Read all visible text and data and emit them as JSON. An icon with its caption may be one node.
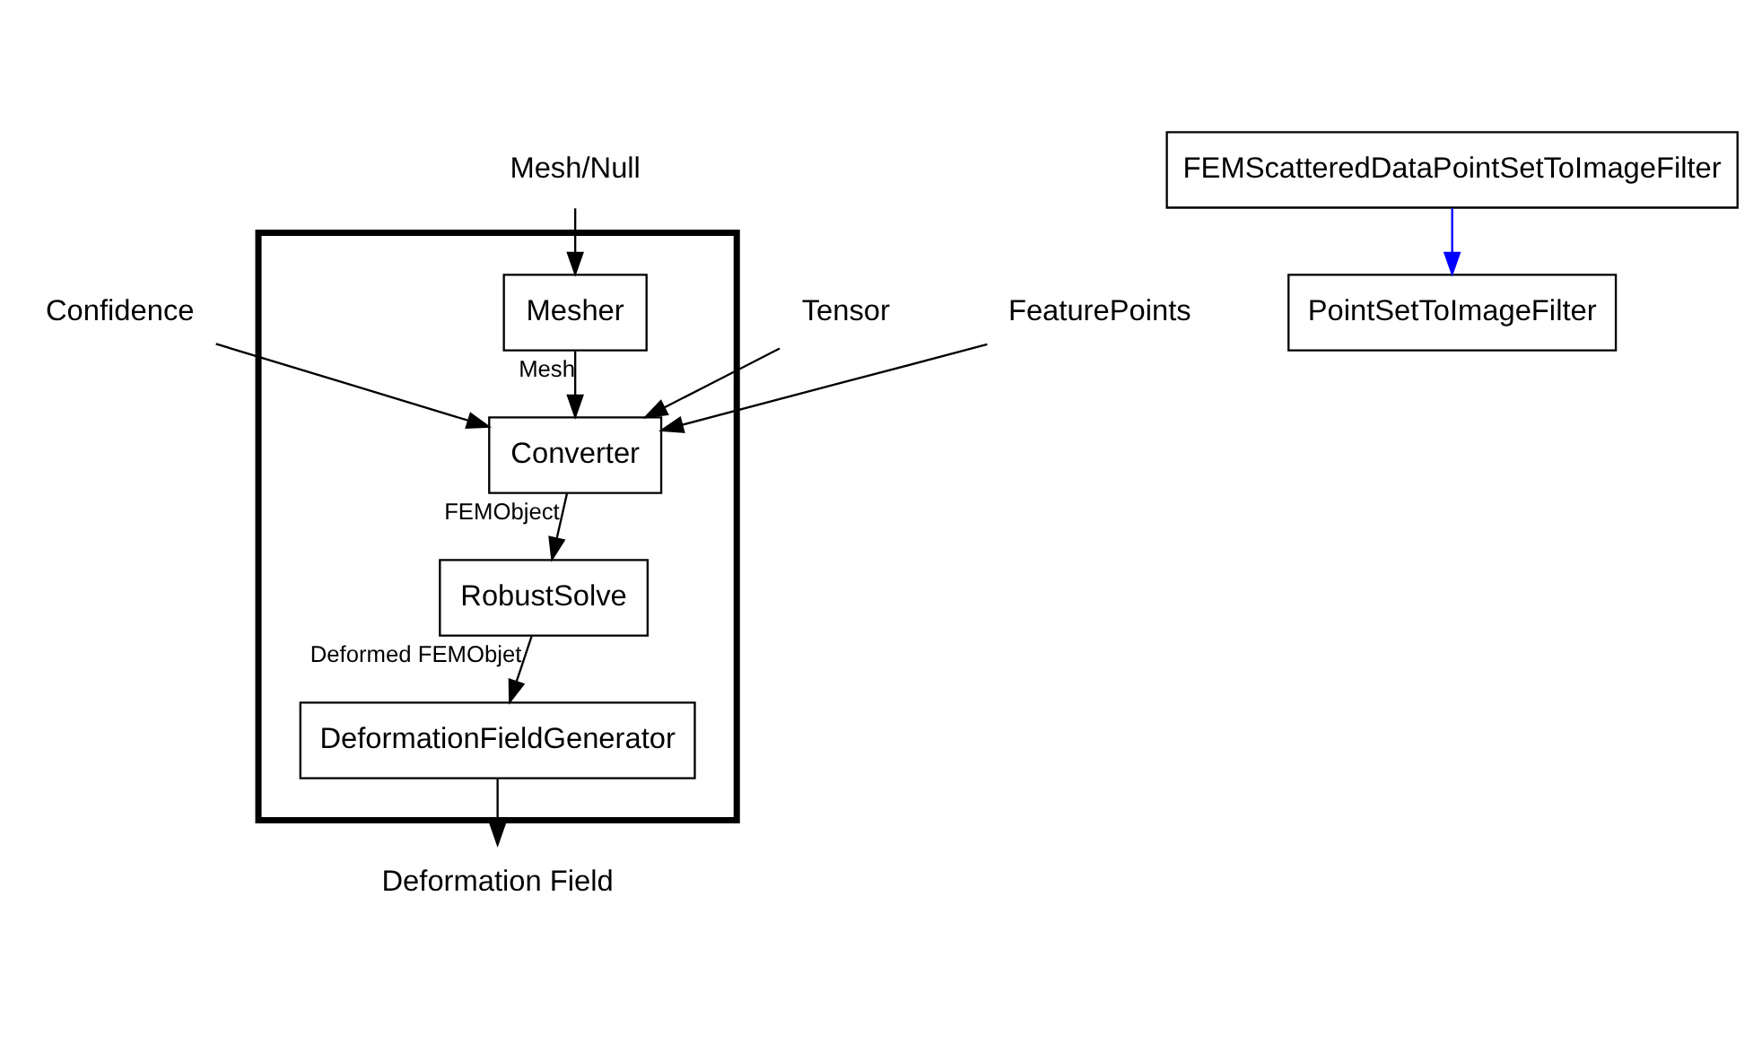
{
  "diagram": {
    "nodes": [
      {
        "text": [],
        "shape": "box"
      },
      {
        "text": [
          "Mesh/Null"
        ]
      },
      {
        "text": [
          "Mesher"
        ],
        "in": 0
      },
      {
        "text": [
          "Converter"
        ],
        "in": 0
      },
      {
        "text": [
          "RobustSolve"
        ],
        "in": 0
      },
      {
        "text": [
          "DeformationFieldGenerator"
        ],
        "in": 0
      },
      {
        "text": [
          "Deformation Field"
        ]
      },
      {
        "text": [
          "Confidence"
        ]
      },
      {
        "text": [
          "Tensor"
        ]
      },
      {
        "text": [
          "FeaturePoints"
        ]
      },
      {
        "text": [
          "PointSetToImageFilter"
        ]
      },
      {
        "text": [
          "FEMScatteredDataPointSetToImageFilter"
        ]
      }
    ],
    "edges": [
      {
        "from": 1,
        "to": 2,
        "arrow": "to"
      },
      {
        "from": 2,
        "to": 3,
        "arrow": "to",
        "label": "Mesh"
      },
      {
        "from": 3,
        "to": 4,
        "arrow": "to",
        "label": "FEMObject"
      },
      {
        "from": 4,
        "to": 5,
        "arrow": "to",
        "label": "Deformed FEMObjet"
      },
      {
        "from": 5,
        "to": 6,
        "arrow": "to"
      },
      {
        "from": 7,
        "to": 3,
        "arrow": "to"
      },
      {
        "from": 8,
        "to": 3,
        "arrow": "to"
      },
      {
        "from": 9,
        "to": 3,
        "arrow": "to"
      },
      {
        "from": 11,
        "to": 10,
        "arrow": "to",
        "color": "#0000ff"
      }
    ]
  }
}
